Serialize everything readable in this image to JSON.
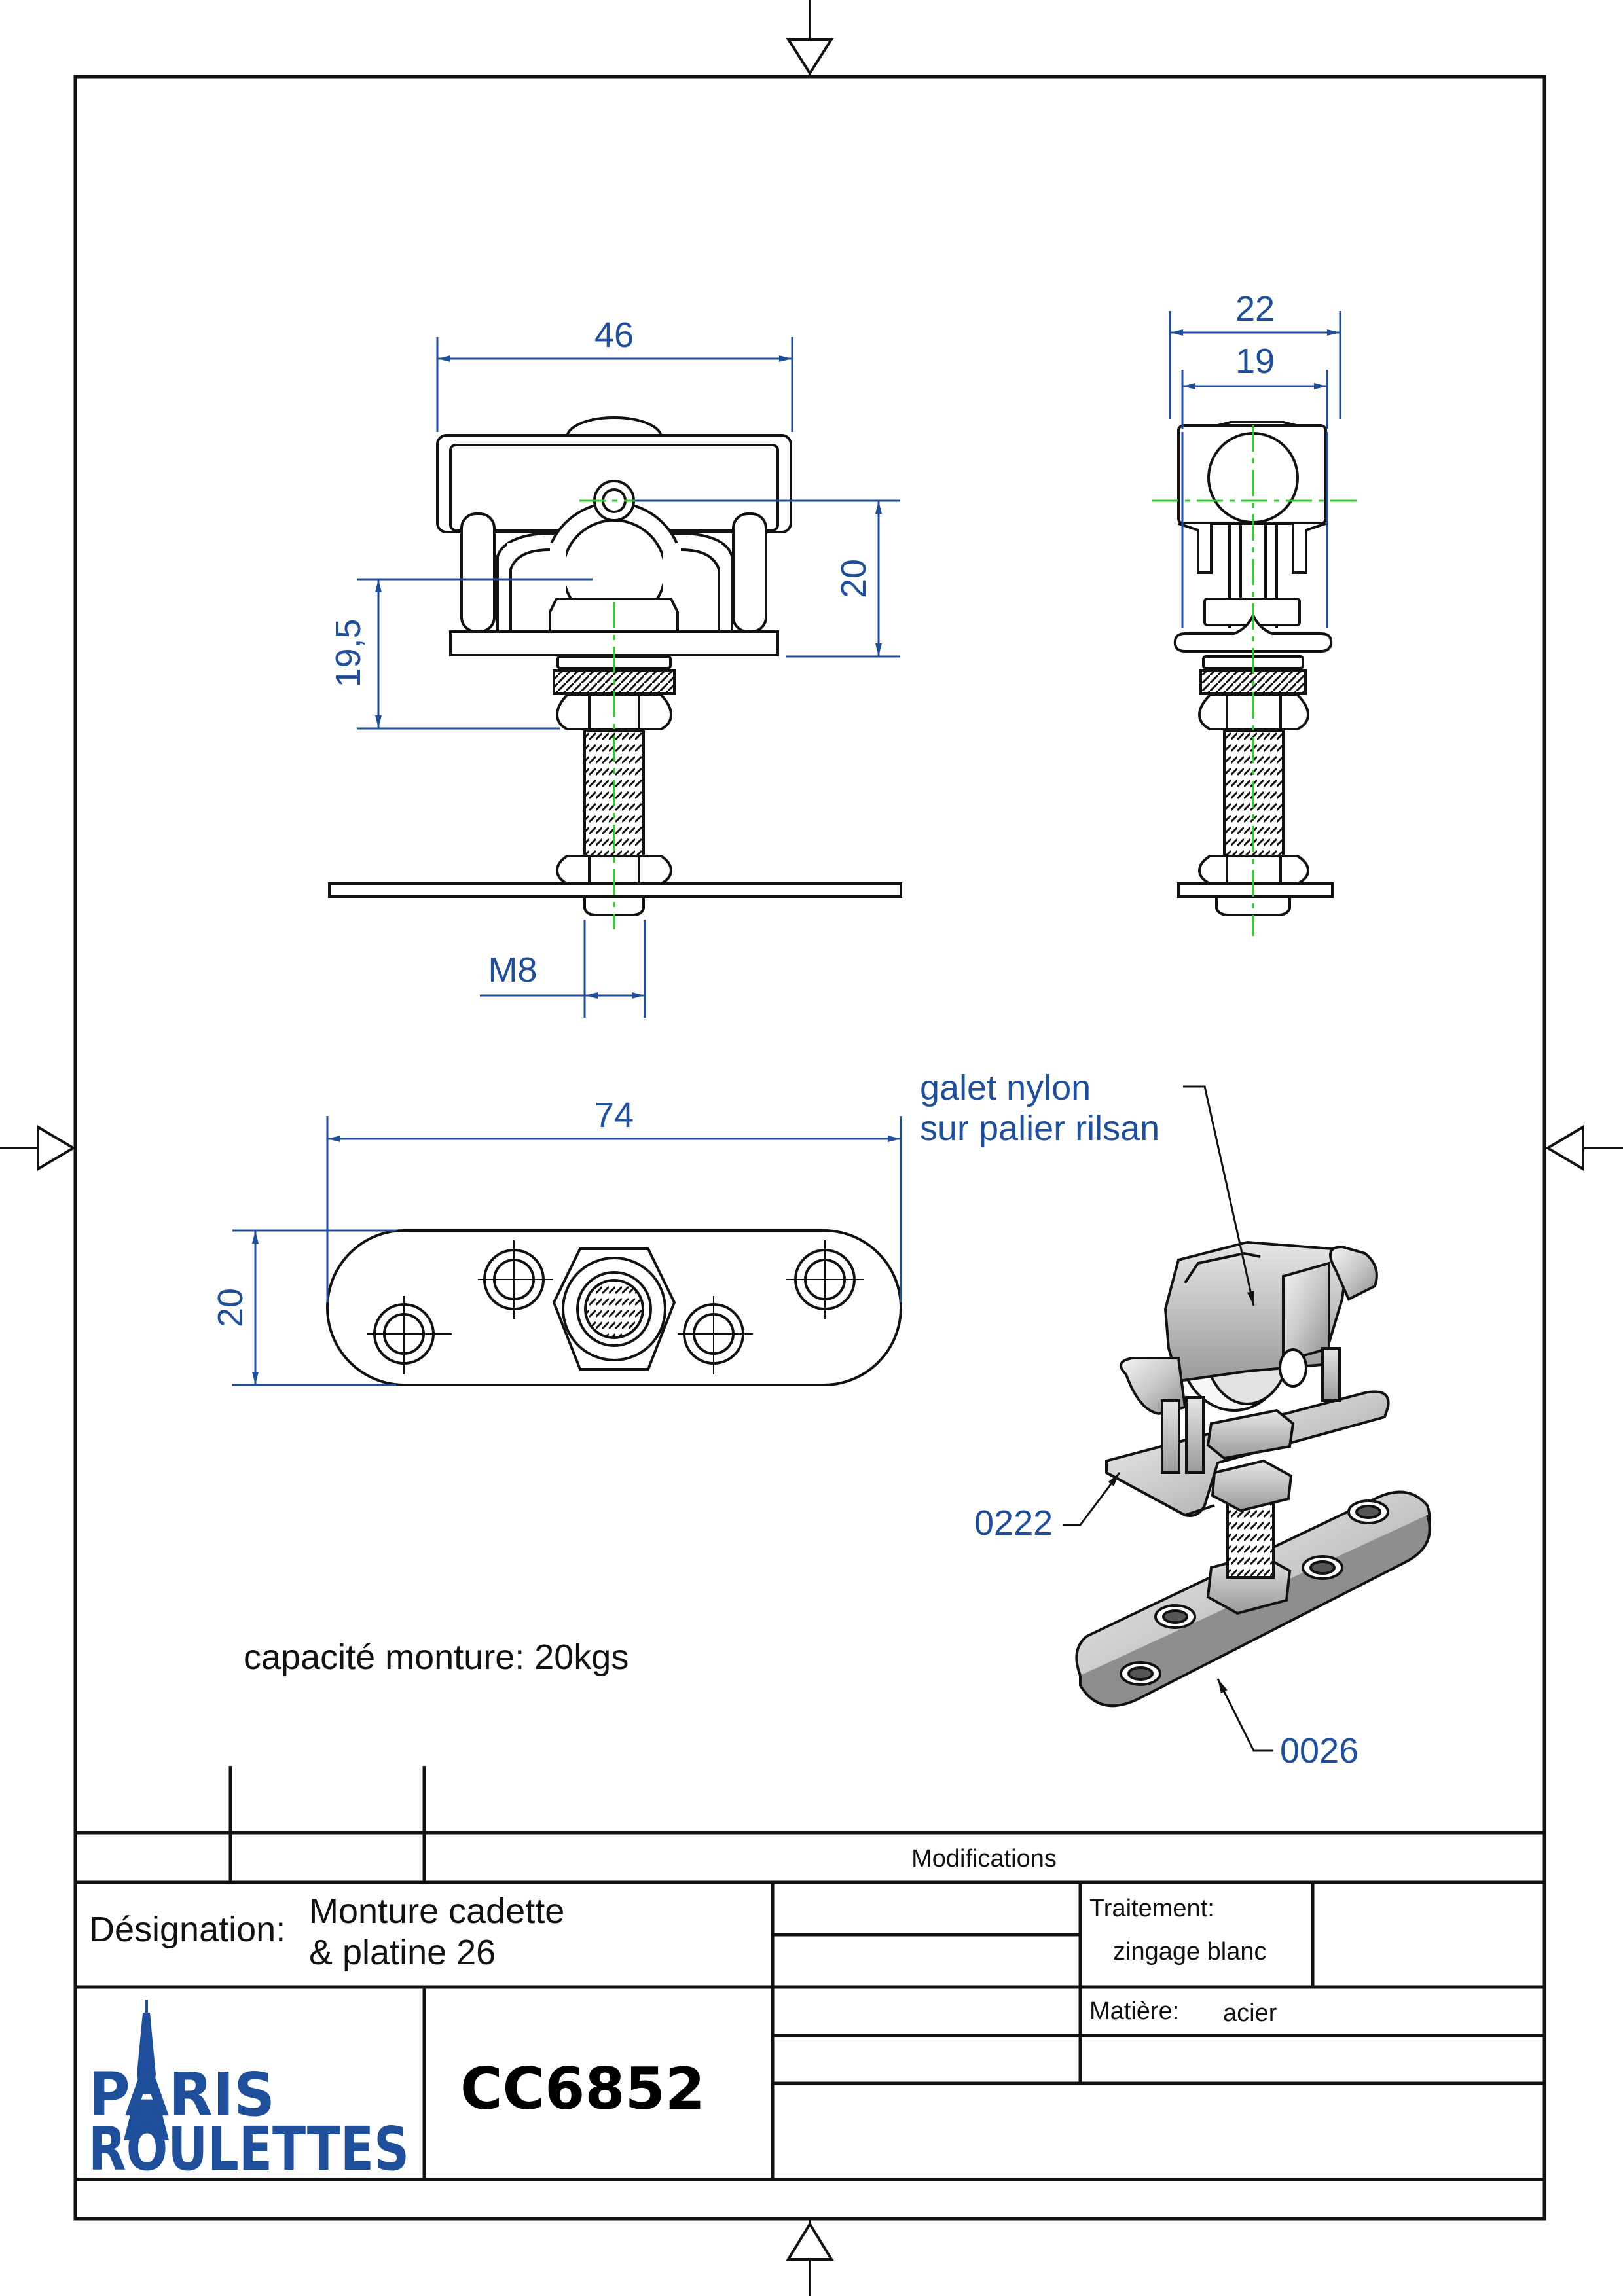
{
  "dimensions": {
    "front_width": "46",
    "front_height": "20",
    "front_offset": "19,5",
    "thread": "M8",
    "side_outer": "22",
    "side_inner": "19",
    "plate_length": "74",
    "plate_width": "20"
  },
  "callouts": {
    "wheel_line1": "galet nylon",
    "wheel_line2": "sur palier rilsan",
    "bracket_code": "0222",
    "plate_code": "0026"
  },
  "capacity": "capacité monture: 20kgs",
  "title_block": {
    "modifications": "Modifications",
    "designation_label": "Désignation:",
    "designation_line1": "Monture cadette",
    "designation_line2": "& platine 26",
    "treatment_label": "Traitement:",
    "treatment_value": "zingage blanc",
    "material_label": "Matière:",
    "material_value": "acier",
    "part_number": "CC6852"
  },
  "logo": {
    "line1": "PARIS",
    "line2": "ROULETTES"
  },
  "colors": {
    "dimension_blue": "#1f4e9a",
    "centerline_green": "#2ecc2e",
    "outline": "#111111"
  }
}
